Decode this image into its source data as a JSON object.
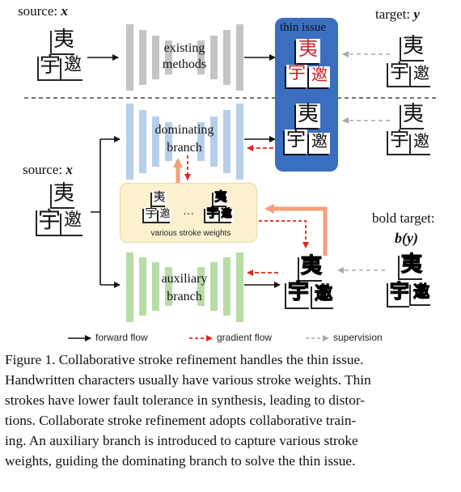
{
  "figure": {
    "top_row": {
      "source_label": "source:",
      "source_var": "x",
      "existing_methods_label": "existing\nmethods",
      "thin_issue_label": "thin issue",
      "target_label": "target:",
      "target_var": "y"
    },
    "bottom": {
      "source_label": "source:",
      "source_var": "x",
      "dominating_branch_label": "dominating\nbranch",
      "auxiliary_branch_label": "auxiliary\nbranch",
      "various_stroke_weights_label": "various stroke weights",
      "ellipsis": "…",
      "bold_target_label": "bold target:",
      "bold_target_expr": "b(y)"
    },
    "characters": {
      "top": "夷",
      "bottom_left": "宇",
      "bottom_right": "邀"
    },
    "legend": {
      "forward_flow": "forward flow",
      "gradient_flow": "gradient flow",
      "supervision": "supervision"
    },
    "colors": {
      "gray_network": "#c4c4c4",
      "blue_network": "#b6cfe9",
      "green_network": "#b8dca6",
      "thin_issue_panel": "#3a6fc0",
      "gradient_red": "#e3241b",
      "orange_arrow": "#f3a07a",
      "supervision_gray": "#a8a8a8"
    }
  },
  "caption": {
    "lines": [
      "Figure 1. Collaborative stroke refinement handles the thin issue.",
      "Handwritten characters usually have various stroke weights. Thin",
      "strokes have lower fault tolerance in synthesis, leading to distor-",
      "tions.  Collaborate stroke refinement adopts collaborative train-",
      "ing.  An auxiliary branch is introduced to capture various stroke",
      "weights, guiding the dominating branch to solve the thin issue."
    ]
  }
}
